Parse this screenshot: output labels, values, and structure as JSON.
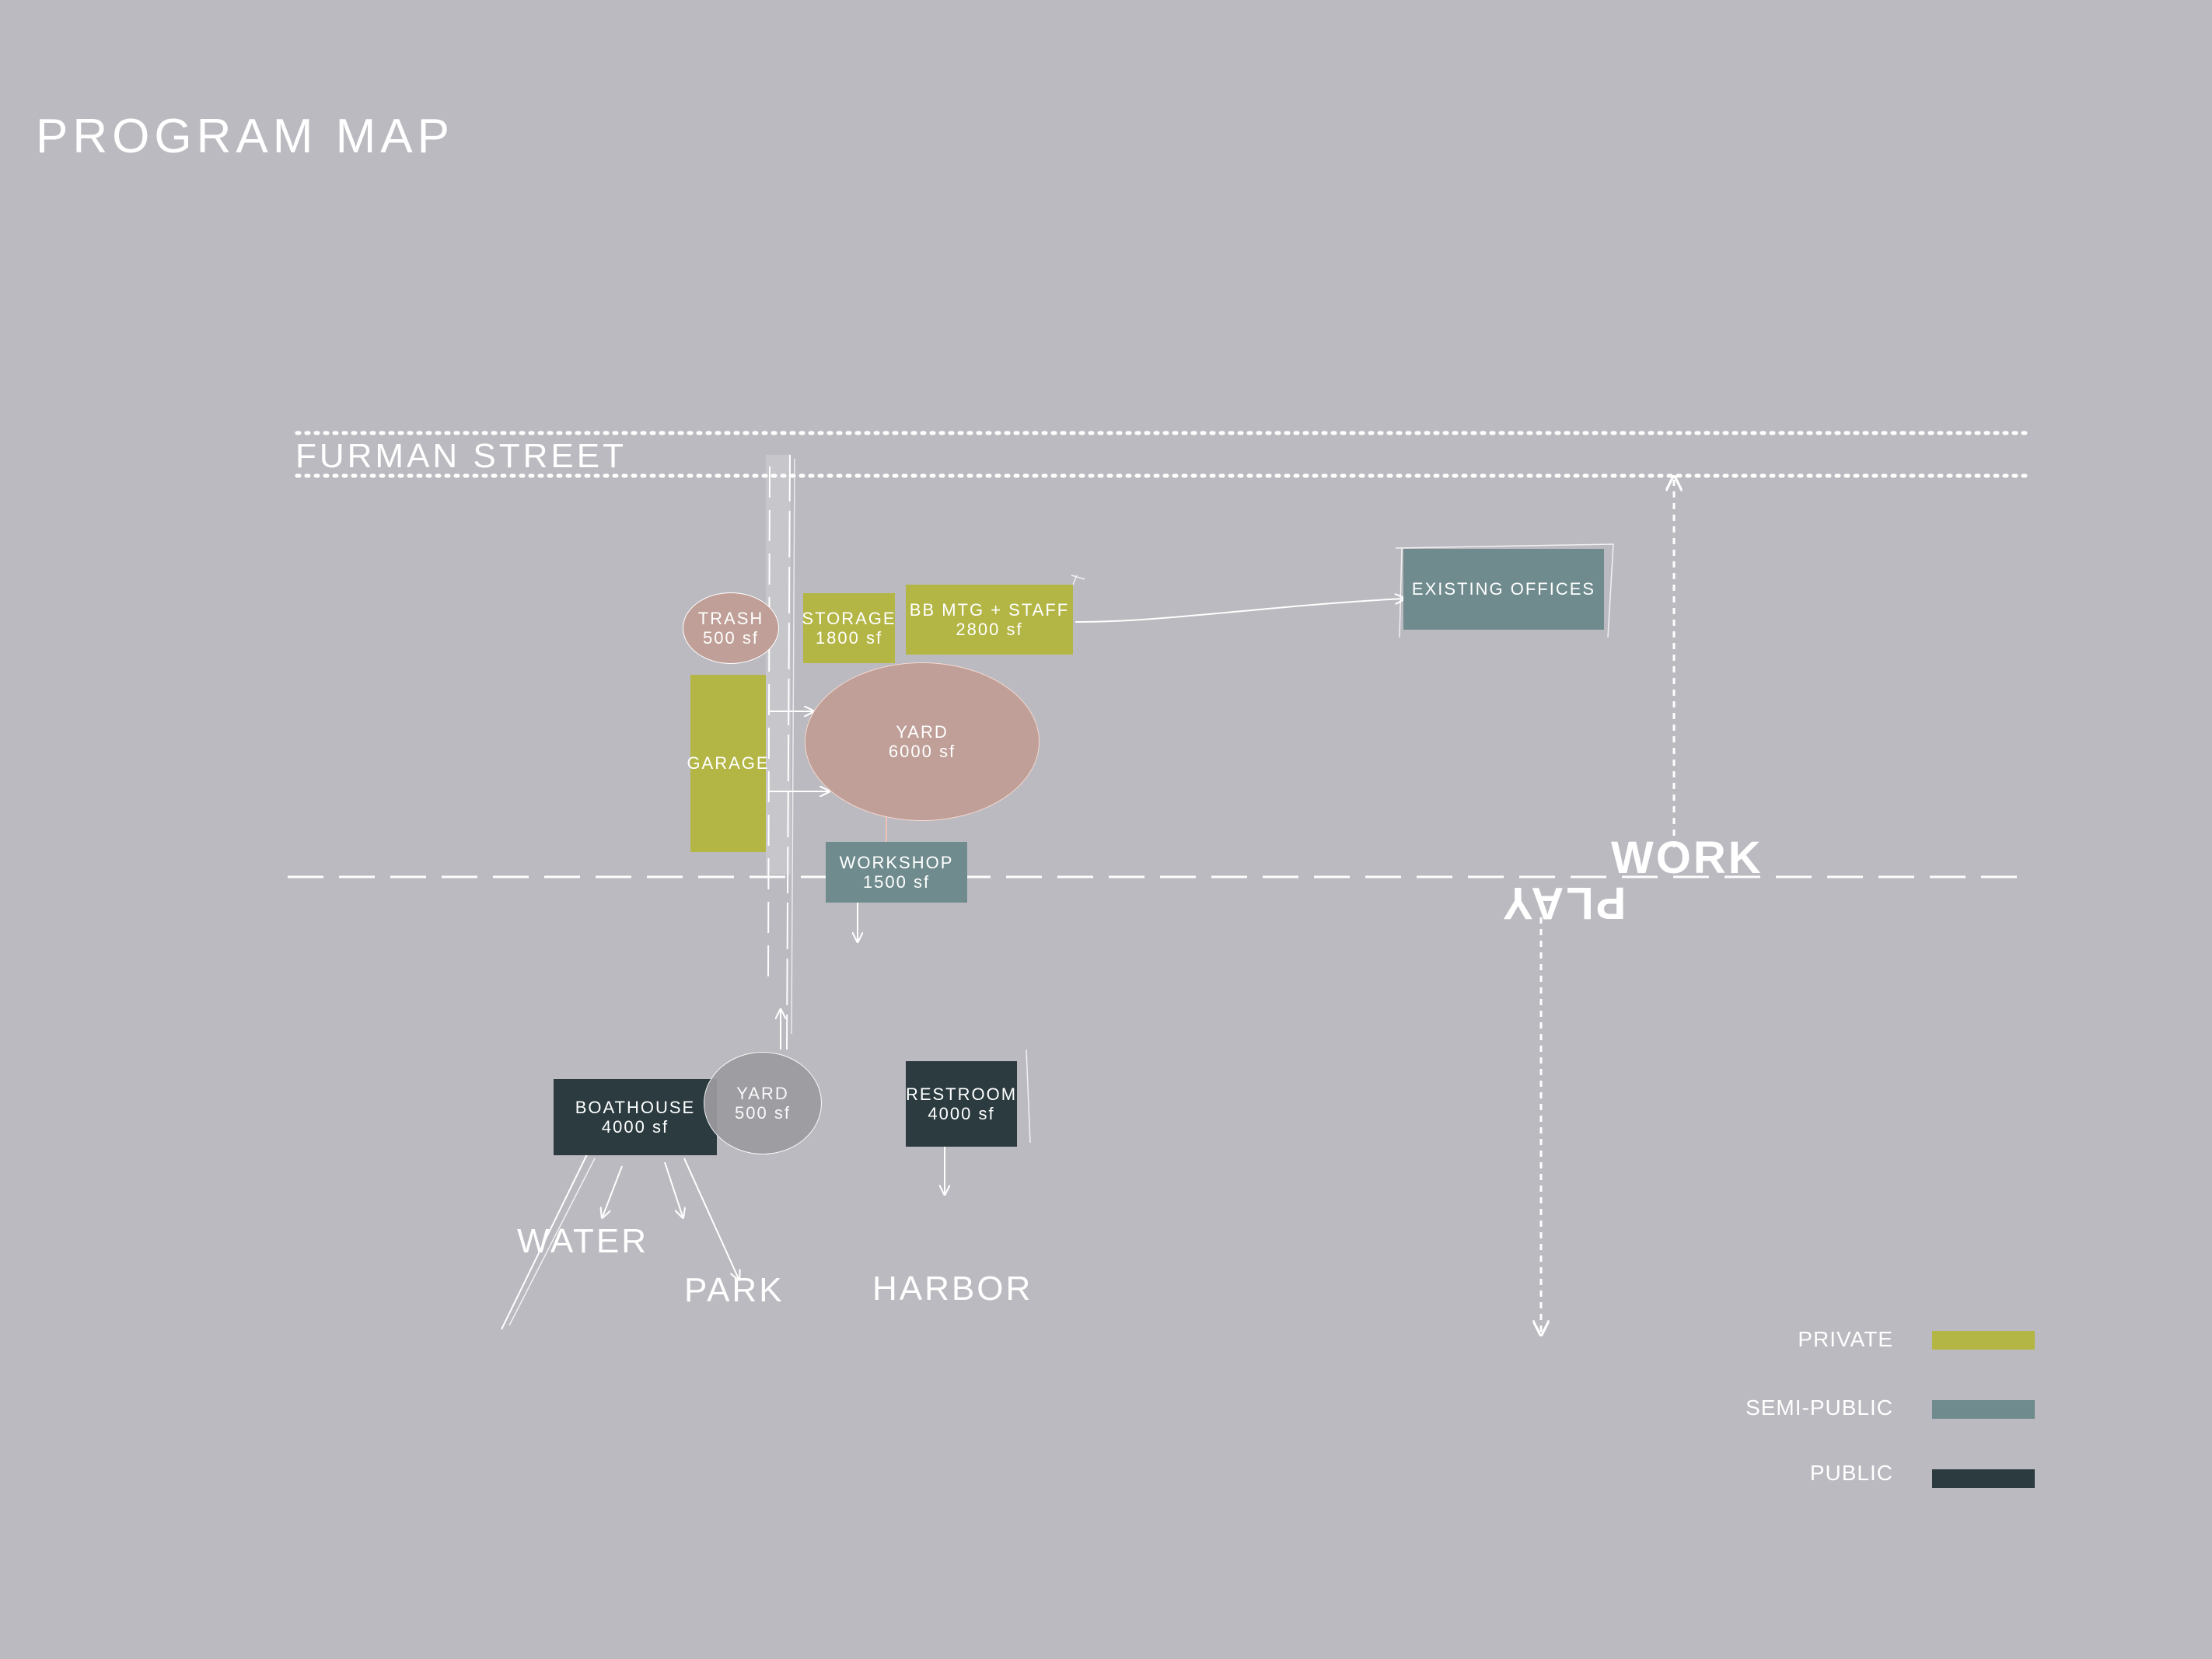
{
  "title": "PROGRAM MAP",
  "street": "FURMAN STREET",
  "zones": {
    "work": "WORK",
    "play": "PLAY"
  },
  "colors": {
    "background": "#bbbac0",
    "private": "#b3b645",
    "semi_public": "#6f8b8e",
    "public": "#2b3b40",
    "service": "#bf9f97",
    "public_yard": "#9c9ba0",
    "sketch_line": "#ffffff"
  },
  "spaces": {
    "trash": {
      "name": "TRASH",
      "area": "500 sf"
    },
    "storage": {
      "name": "STORAGE",
      "area": "1800 sf"
    },
    "bb_mtg": {
      "name": "BB MTG + STAFF",
      "area": "2800 sf"
    },
    "existing_offices": {
      "name": "EXISTING OFFICES"
    },
    "garage": {
      "name": "GARAGE"
    },
    "yard_work": {
      "name": "YARD",
      "area": "6000 sf"
    },
    "workshop": {
      "name": "WORKSHOP",
      "area": "1500 sf"
    },
    "boathouse": {
      "name": "BOATHOUSE",
      "area": "4000 sf"
    },
    "yard_public": {
      "name": "YARD",
      "area": "500 sf"
    },
    "restroom": {
      "name": "RESTROOM",
      "area": "4000 sf"
    }
  },
  "destinations": {
    "water": "WATER",
    "park": "PARK",
    "harbor": "HARBOR"
  },
  "legend": [
    {
      "label": "PRIVATE",
      "color": "#b3b645"
    },
    {
      "label": "SEMI-PUBLIC",
      "color": "#6f8b8e"
    },
    {
      "label": "PUBLIC",
      "color": "#2b3b40"
    }
  ]
}
